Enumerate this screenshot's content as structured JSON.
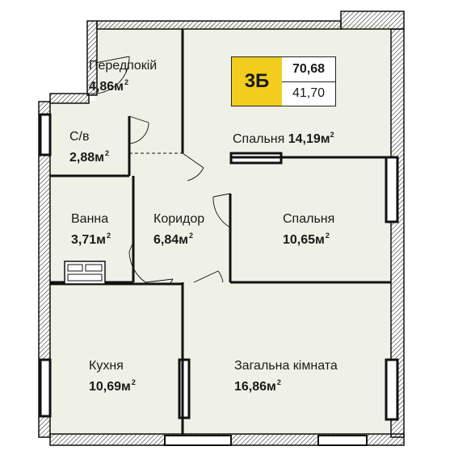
{
  "apartment": {
    "code": "3Б",
    "total_area": "70,68",
    "living_area": "41,70"
  },
  "rooms": {
    "hallway": {
      "name": "Передпокій",
      "area": "4,86м"
    },
    "wc": {
      "name": "С/в",
      "area": "2,88м"
    },
    "bath": {
      "name": "Ванна",
      "area": "3,71м"
    },
    "corridor": {
      "name": "Коридор",
      "area": "6,84м"
    },
    "bedroom1": {
      "name": "Спальня",
      "area": "14,19м"
    },
    "bedroom2": {
      "name": "Спальня",
      "area": "10,65м"
    },
    "kitchen": {
      "name": "Кухня",
      "area": "10,69м"
    },
    "living": {
      "name": "Загальна кімната",
      "area": "16,86м"
    }
  },
  "colors": {
    "floor": "#f0f1e6",
    "wall": "#111111",
    "badge_accent": "#f2cd1d"
  }
}
